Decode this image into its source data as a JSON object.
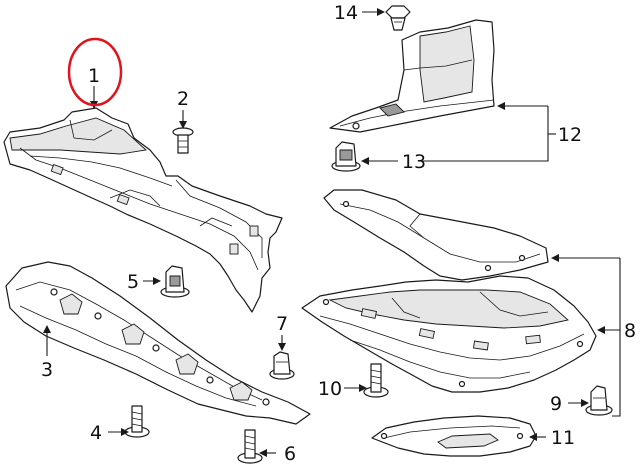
{
  "callouts": {
    "c1": "1",
    "c2": "2",
    "c3": "3",
    "c4": "4",
    "c5": "5",
    "c6": "6",
    "c7": "7",
    "c8": "8",
    "c9": "9",
    "c10": "10",
    "c11": "11",
    "c12": "12",
    "c13": "13",
    "c14": "14"
  },
  "highlight_color": "#e0141e"
}
